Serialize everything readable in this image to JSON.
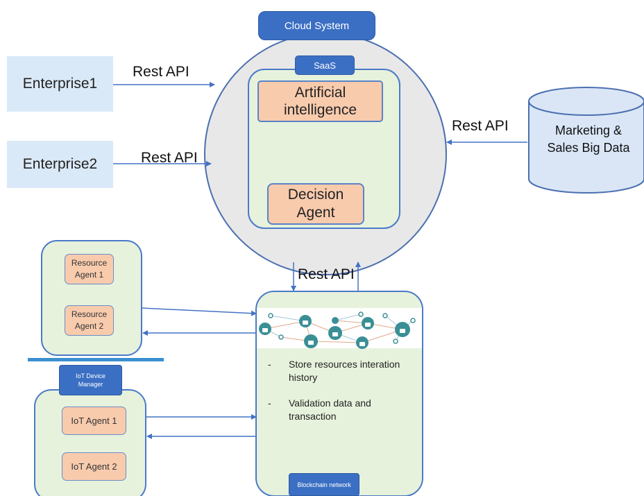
{
  "cloud": {
    "system_label": "Cloud System",
    "saas_label": "SaaS",
    "ai_label": "Artificial intelligence",
    "decision_label": "Decision Agent"
  },
  "enterprises": [
    {
      "name": "Enterprise1",
      "api_label": "Rest API"
    },
    {
      "name": "Enterprise2",
      "api_label": "Rest API"
    }
  ],
  "big_data": {
    "label": "Marketing & Sales Big Data",
    "api_label": "Rest API"
  },
  "blockchain": {
    "api_label": "Rest API",
    "notes": [
      "Store resources interation history",
      "Validation data and transaction"
    ],
    "network_label": "Blockchain network"
  },
  "resource_agents": [
    "Resource Agent 1",
    "Resource Agent 2"
  ],
  "iot": {
    "manager_label": "IoT Device Manager",
    "agents": [
      "IoT Agent 1",
      "IoT Agent 2"
    ]
  },
  "colors": {
    "arrow": "#4472c4",
    "cloud_fill": "#e8e8e8",
    "panel_fill": "#e7f2dc",
    "tag_blue": "#3b6fc4",
    "agent_fill": "#f8cbad",
    "enterprise_fill": "#dae9f7",
    "db_fill": "#dae6f6"
  }
}
